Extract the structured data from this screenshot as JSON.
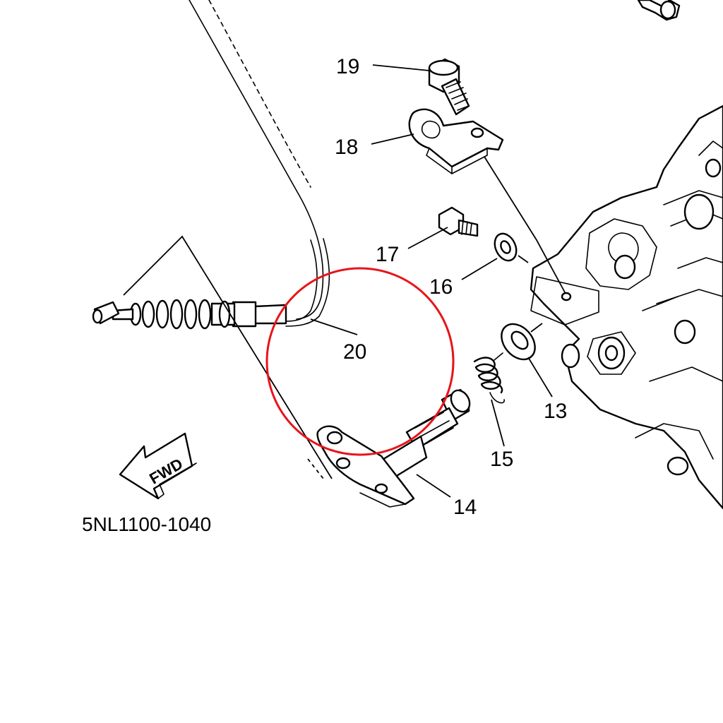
{
  "diagram": {
    "callouts": [
      {
        "id": "19",
        "text": "19"
      },
      {
        "id": "18",
        "text": "18"
      },
      {
        "id": "17",
        "text": "17"
      },
      {
        "id": "16",
        "text": "16"
      },
      {
        "id": "20",
        "text": "20"
      },
      {
        "id": "13",
        "text": "13"
      },
      {
        "id": "15",
        "text": "15"
      },
      {
        "id": "14",
        "text": "14"
      }
    ],
    "part_code": "5NL1100-1040",
    "direction_arrow": {
      "text": "FWD",
      "icon": "fwd-arrow-icon"
    },
    "highlight": {
      "color": "#e8141a",
      "target": "20"
    },
    "colors": {
      "ink": "#000000",
      "background": "#ffffff",
      "highlight": "#e8141a"
    }
  }
}
